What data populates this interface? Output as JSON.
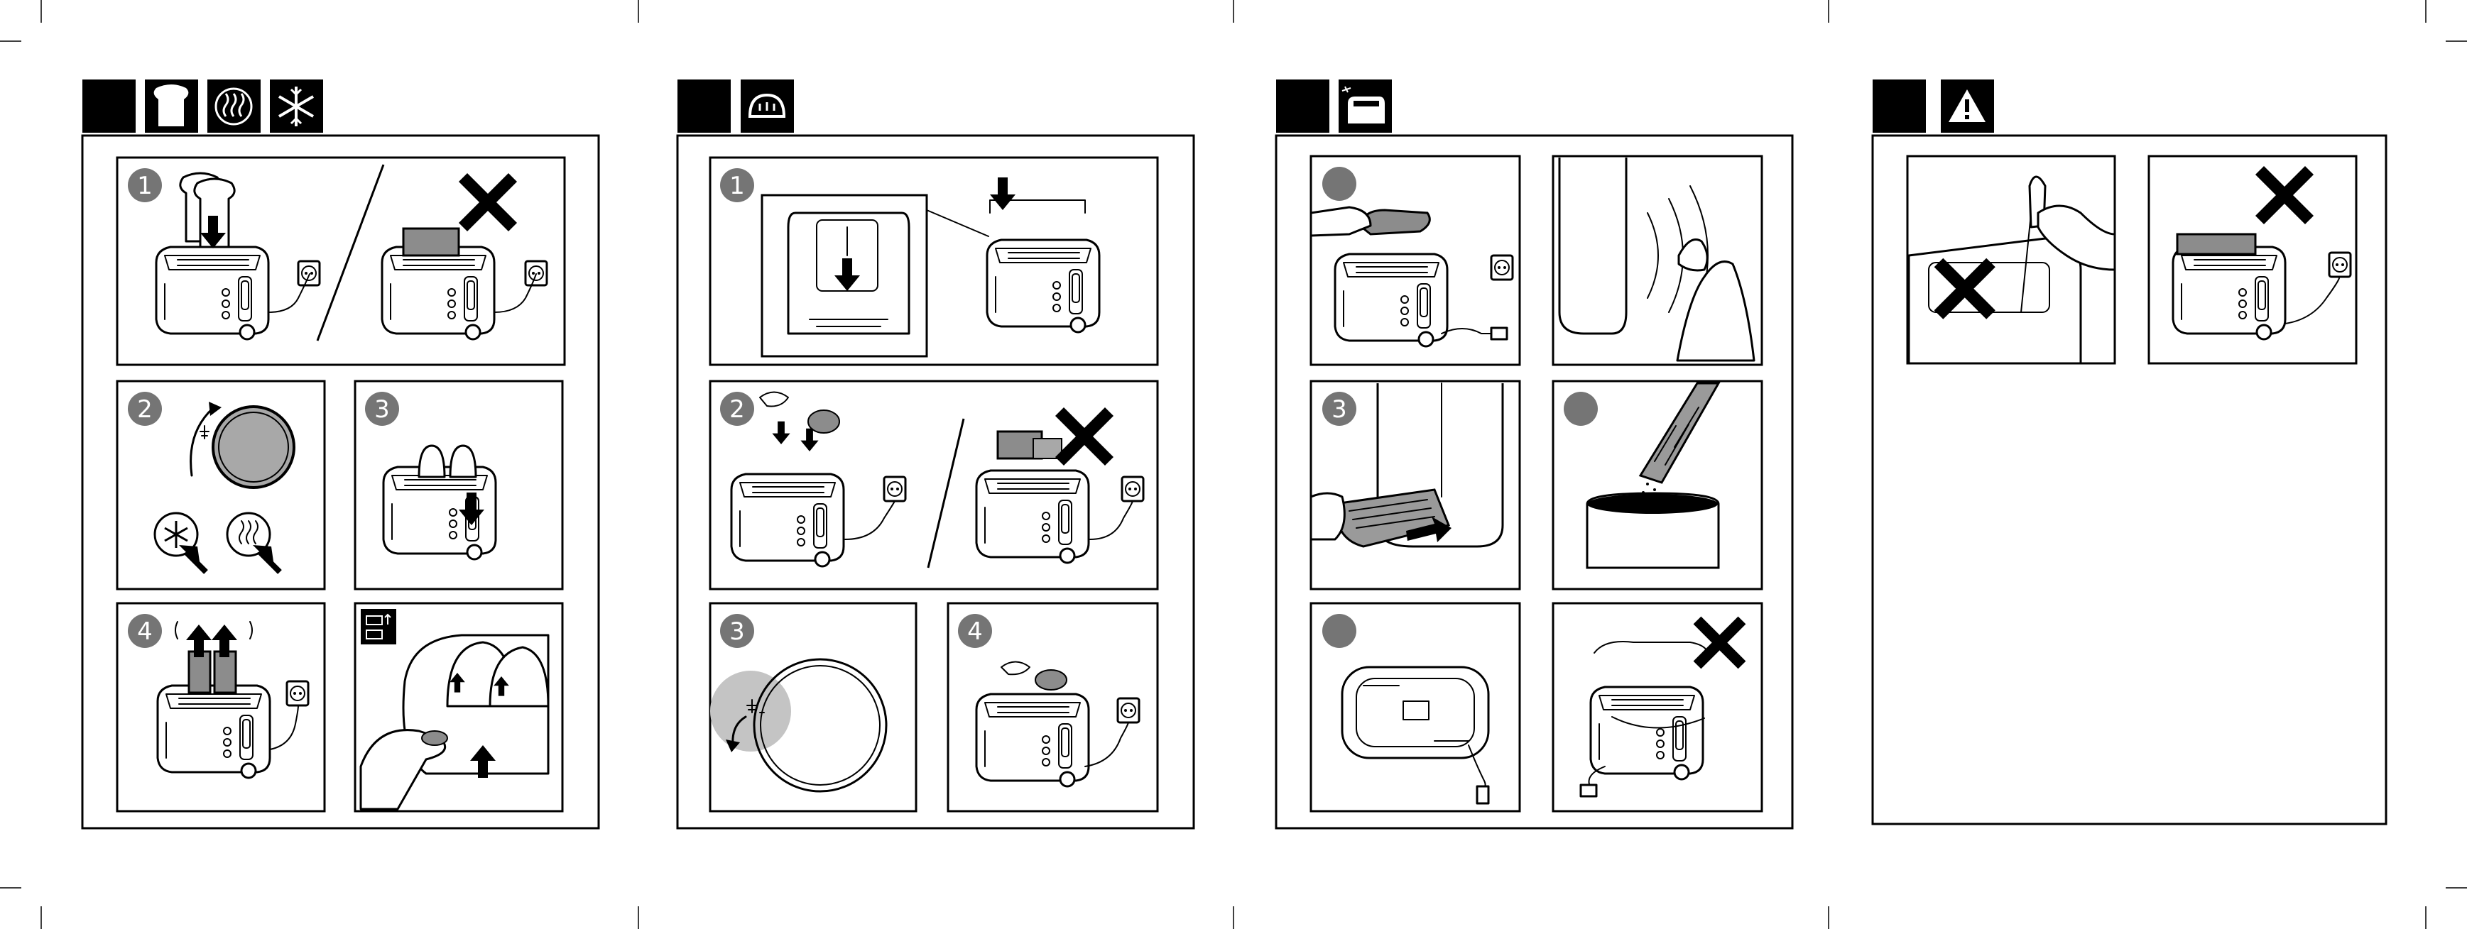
{
  "page": {
    "title": ""
  },
  "sections": [
    {
      "id": "toast",
      "header_icons": [
        "bread-slice-icon",
        "reheat-icon",
        "defrost-icon"
      ],
      "steps": [
        {
          "label": "1",
          "variant": "insert-bread"
        },
        {
          "label": "2",
          "variant": "browning-dial"
        },
        {
          "label": "3",
          "variant": "lever-down"
        },
        {
          "label": "4",
          "variant": "pop-up"
        },
        {
          "label": "",
          "variant": "lift-lever"
        }
      ]
    },
    {
      "id": "bun-warming",
      "header_icons": [
        "bun-icon"
      ],
      "steps": [
        {
          "label": "1",
          "variant": "rack-lever"
        },
        {
          "label": "2",
          "variant": "place-buns"
        },
        {
          "label": "3",
          "variant": "set-dial"
        },
        {
          "label": "4",
          "variant": "warm-buns"
        }
      ]
    },
    {
      "id": "cleaning",
      "header_icons": [
        "toaster-clean-icon"
      ],
      "steps": [
        {
          "label": "",
          "variant": "wipe-unplugged"
        },
        {
          "label": "",
          "variant": "cool-down"
        },
        {
          "label": "3",
          "variant": "crumb-tray"
        },
        {
          "label": "",
          "variant": "empty-tray"
        },
        {
          "label": "",
          "variant": "cord-storage"
        },
        {
          "label": "",
          "variant": "no-cord-wrap"
        }
      ]
    },
    {
      "id": "warning",
      "header_icons": [
        "warning-icon"
      ],
      "steps": [
        {
          "label": "",
          "variant": "no-metal-utensils"
        },
        {
          "label": "",
          "variant": "no-cover"
        }
      ]
    }
  ],
  "symbols": {
    "prohibited": "cross-mark-icon",
    "plugged": "wall-socket-icon"
  },
  "colors": {
    "ink": "#000000",
    "step_badge": "#757575",
    "paper": "#ffffff",
    "dial_fill": "#a8a8a8",
    "toast_fill": "#8c8c8c"
  }
}
